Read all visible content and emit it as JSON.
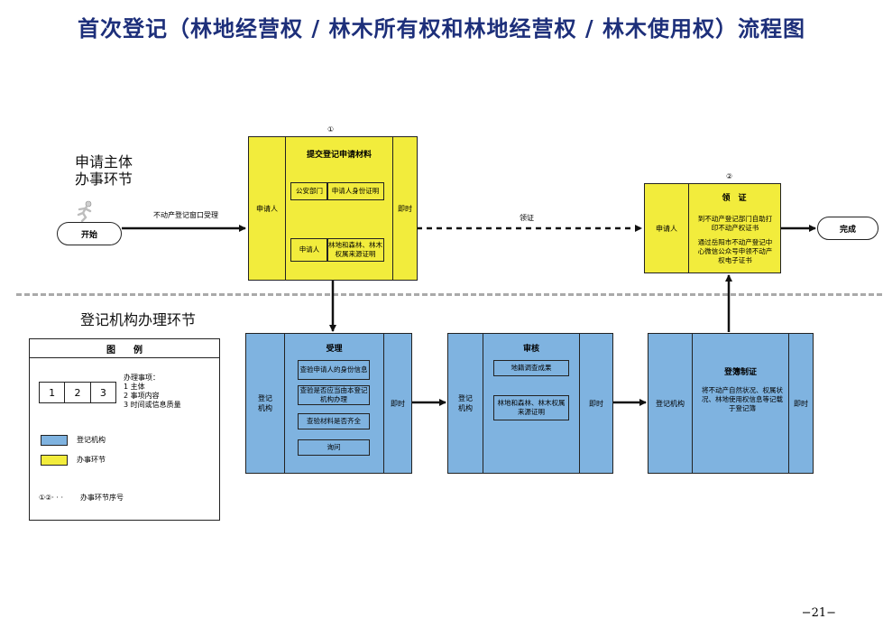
{
  "title": "首次登记（林地经营权 / 林木所有权和林地经营权 / 林木使用权）流程图",
  "sections": {
    "applicant": "申请主体\n办事环节",
    "agency": "登记机构办理环节"
  },
  "start": {
    "label": "开始",
    "arrow_label": "不动产登记窗口受理"
  },
  "end": {
    "label": "完成"
  },
  "step1": {
    "index": "①",
    "left_label": "申请人",
    "header": "提交登记申请材料",
    "row1_left": "公安部门",
    "row1_right": "申请人身份证明",
    "row2_left": "申请人",
    "row2_right": "林地和森林、林木权属来源证明",
    "right_label": "即时"
  },
  "dashed_arrow_label": "领证",
  "step2": {
    "index": "②",
    "left_label": "申请人",
    "header": "领　证",
    "text1": "到不动产登记部门自助打印不动产权证书",
    "text2": "通过岳阳市不动产登记中心微信公众号申领不动产权电子证书"
  },
  "accept": {
    "left_label": "登记\n机构",
    "header": "受理",
    "items": [
      "查验申请人的身份信息",
      "查验是否应当由本登记机构办理",
      "查验材料是否齐全",
      "询问"
    ],
    "right_label": "即时"
  },
  "review": {
    "left_label": "登记\n机构",
    "header": "审核",
    "items": [
      "地籍调查成果",
      "林地和森林、林木权属来源证明"
    ],
    "right_label": "即时"
  },
  "register": {
    "left_label": "登记机构",
    "header": "登簿制证",
    "text": "将不动产自然状况、权属状况、林地使用权信息等记载于登记簿",
    "right_label": "即时"
  },
  "legend": {
    "title": "图　　例",
    "cells": [
      "1",
      "2",
      "3"
    ],
    "notes_title": "办理事项：",
    "notes": [
      "1 主体",
      "2 事项内容",
      "3 时间或信息质量"
    ],
    "blue_label": "登记机构",
    "yellow_label": "办事环节",
    "seq_symbol": "①②· · ·",
    "seq_label": "办事环节序号"
  },
  "colors": {
    "title": "#1d2f7a",
    "yellow": "#f2ec3c",
    "blue": "#7fb3e0",
    "dash": "#aaaaaa"
  },
  "page_number": "−21−"
}
